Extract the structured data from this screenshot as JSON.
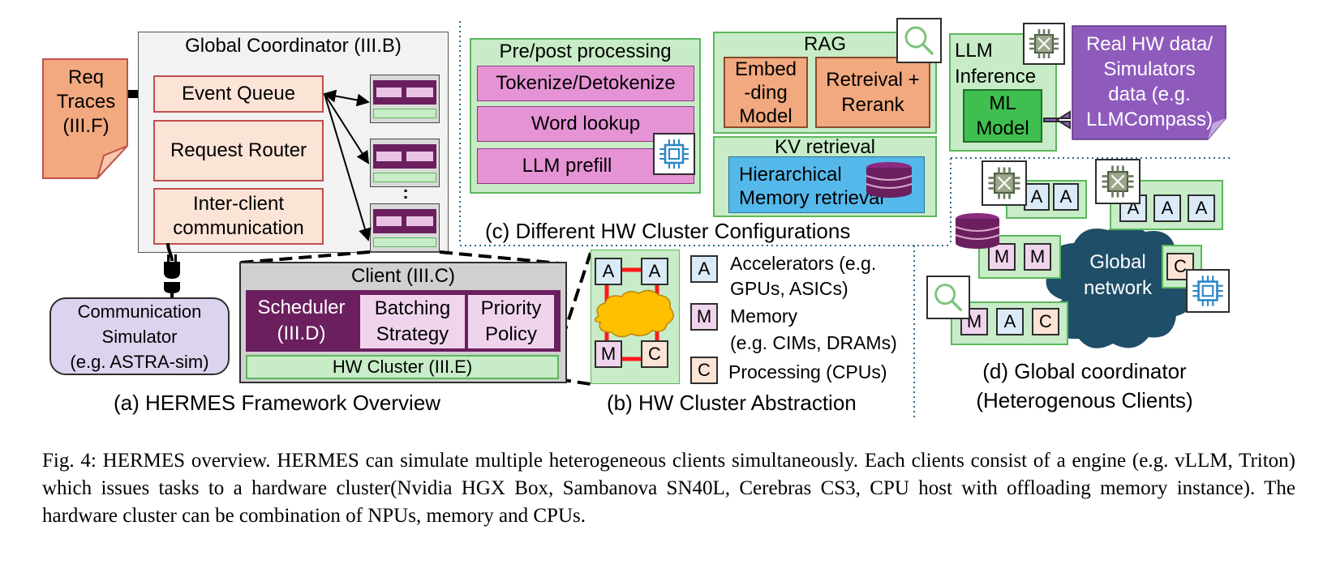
{
  "panel_a": {
    "req_traces": "Req\nTraces\n(III.F)",
    "global_coordinator_title": "Global Coordinator (III.B)",
    "event_queue": "Event Queue",
    "request_router": "Request Router",
    "inter_client": "Inter-client\ncommunication",
    "client_title": "Client (III.C)",
    "scheduler": "Scheduler\n(III.D)",
    "batching": "Batching\nStrategy",
    "priority": "Priority\nPolicy",
    "hw_cluster": "HW Cluster (III.E)",
    "comm_sim": "Communication\nSimulator\n(e.g. ASTRA-sim)",
    "ellipsis": ":",
    "caption": "(a) HERMES Framework Overview"
  },
  "panel_b": {
    "chip_a": "A",
    "chip_m": "M",
    "chip_c": "C",
    "legend_a": "Accelerators (e.g.\nGPUs, ASICs)",
    "legend_m": "Memory\n(e.g. CIMs, DRAMs)",
    "legend_c": "Processing (CPUs)",
    "caption": "(b) HW Cluster Abstraction"
  },
  "panel_c": {
    "prepost_title": "Pre/post processing",
    "tokenize": "Tokenize/Detokenize",
    "word_lookup": "Word lookup",
    "llm_prefill": "LLM prefill",
    "rag_title": "RAG",
    "embedding": "Embed\n-ding\nModel",
    "retrieval": "Retreival +\nRerank",
    "kv_title": "KV retrieval",
    "hierarchical": "Hierarchical\nMemory retrieval",
    "llm_inference": "LLM\nInference",
    "ml_model": "ML\nModel",
    "real_hw": "Real HW data/\nSimulators\ndata (e.g.\nLLMCompass)",
    "caption": "(c) Different HW Cluster Configurations"
  },
  "panel_d": {
    "global_network": "Global\nnetwork",
    "caption": "(d) Global coordinator\n(Heterogenous Clients)"
  },
  "figure_caption": "Fig. 4: HERMES overview. HERMES can simulate multiple heterogeneous clients simultaneously. Each clients consist of a engine (e.g. vLLM, Triton) which issues tasks to a hardware cluster(Nvidia HGX Box, Sambanova SN40L, Cerebras CS3, CPU host with offloading memory instance). The hardware cluster can be combination of NPUs, memory and CPUs.",
  "colors": {
    "purple_dark": "#6b1f5e",
    "pink": "#e693d6",
    "green": "#c7ecc7",
    "peach": "#fbe3d6",
    "orange": "#f2a97f",
    "blue": "#55b8ea",
    "violet": "#8e5bbd",
    "network": "#1f4e68"
  },
  "icons": [
    "chip-icon",
    "search-icon",
    "database-icon",
    "plug-icon"
  ]
}
